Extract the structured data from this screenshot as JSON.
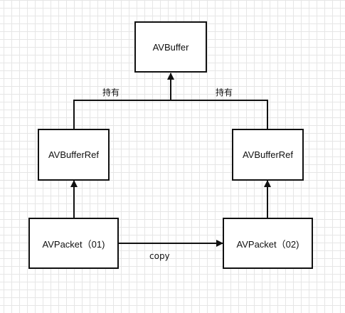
{
  "nodes": {
    "av_buffer": "AVBuffer",
    "av_buffer_ref_left": "AVBufferRef",
    "av_buffer_ref_right": "AVBufferRef",
    "av_packet_01": "AVPacket（01)",
    "av_packet_02": "AVPacket（02)"
  },
  "edges": {
    "hold_left": "持有",
    "hold_right": "持有",
    "copy": "copy"
  },
  "colors": {
    "line": "#111111",
    "grid": "#e6e6e6",
    "box_fill": "#ffffff"
  }
}
